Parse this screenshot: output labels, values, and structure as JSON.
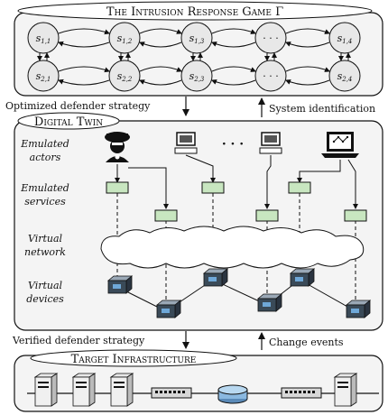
{
  "game_title": "The Intrusion Response Game Γ",
  "states": {
    "row1": [
      {
        "base": "s",
        "sub": "1,1"
      },
      {
        "base": "s",
        "sub": "1,2"
      },
      {
        "base": "s",
        "sub": "1,3"
      },
      {
        "base": "",
        "sub": "",
        "dots": "· · ·"
      },
      {
        "base": "s",
        "sub": "1,4"
      }
    ],
    "row2": [
      {
        "base": "s",
        "sub": "2,1"
      },
      {
        "base": "s",
        "sub": "2,2"
      },
      {
        "base": "s",
        "sub": "2,3"
      },
      {
        "base": "",
        "sub": "",
        "dots": "· · ·"
      },
      {
        "base": "s",
        "sub": "2,4"
      }
    ]
  },
  "arrow_labels": {
    "optimized": "Optimized defender strategy",
    "sysid": "System identification",
    "verified": "Verified defender strategy",
    "change": "Change events"
  },
  "twin_title": "Digital Twin",
  "row_labels": {
    "actors": [
      "Emulated",
      "actors"
    ],
    "services": [
      "Emulated",
      "services"
    ],
    "network": [
      "Virtual",
      "network"
    ],
    "devices": [
      "Virtual",
      "devices"
    ]
  },
  "actor_dots": "· · ·",
  "infra_title": "Target Infrastructure",
  "colors": {
    "service_fill": "#c8e6c0",
    "device_side": "#3a4a58",
    "device_top": "#9aa8b6",
    "panel_fill": "#f4f4f4",
    "router_fill": "#8ab8e0"
  }
}
